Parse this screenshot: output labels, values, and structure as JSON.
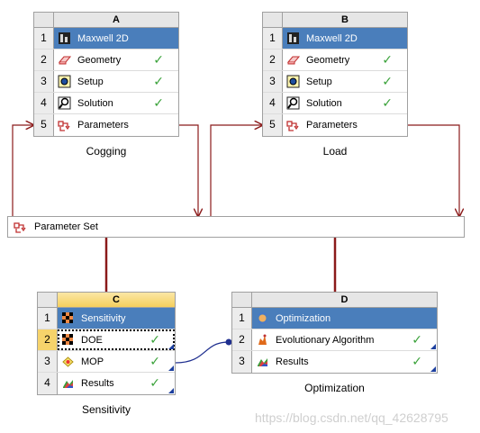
{
  "systems": {
    "A": {
      "letter": "A",
      "caption": "Cogging",
      "rows": [
        {
          "num": "1",
          "label": "Maxwell 2D",
          "icon": "maxwell-icon"
        },
        {
          "num": "2",
          "label": "Geometry",
          "icon": "geometry-icon",
          "status": "✓"
        },
        {
          "num": "3",
          "label": "Setup",
          "icon": "setup-icon",
          "status": "✓"
        },
        {
          "num": "4",
          "label": "Solution",
          "icon": "solution-icon",
          "status": "✓"
        },
        {
          "num": "5",
          "label": "Parameters",
          "icon": "parameters-icon"
        }
      ]
    },
    "B": {
      "letter": "B",
      "caption": "Load",
      "rows": [
        {
          "num": "1",
          "label": "Maxwell 2D",
          "icon": "maxwell-icon"
        },
        {
          "num": "2",
          "label": "Geometry",
          "icon": "geometry-icon",
          "status": "✓"
        },
        {
          "num": "3",
          "label": "Setup",
          "icon": "setup-icon",
          "status": "✓"
        },
        {
          "num": "4",
          "label": "Solution",
          "icon": "solution-icon",
          "status": "✓"
        },
        {
          "num": "5",
          "label": "Parameters",
          "icon": "parameters-icon"
        }
      ]
    },
    "C": {
      "letter": "C",
      "caption": "Sensitivity",
      "rows": [
        {
          "num": "1",
          "label": "Sensitivity",
          "icon": "sensitivity-icon"
        },
        {
          "num": "2",
          "label": "DOE",
          "icon": "doe-icon",
          "status": "✓"
        },
        {
          "num": "3",
          "label": "MOP",
          "icon": "mop-icon",
          "status": "✓"
        },
        {
          "num": "4",
          "label": "Results",
          "icon": "results-icon",
          "status": "✓"
        }
      ]
    },
    "D": {
      "letter": "D",
      "caption": "Optimization",
      "rows": [
        {
          "num": "1",
          "label": "Optimization",
          "icon": "optimization-icon"
        },
        {
          "num": "2",
          "label": "Evolutionary Algorithm",
          "icon": "evolutionary-algorithm-icon",
          "status": "✓"
        },
        {
          "num": "3",
          "label": "Results",
          "icon": "results-icon",
          "status": "✓"
        }
      ]
    }
  },
  "parameter_set": {
    "label": "Parameter Set",
    "icon": "parameters-icon"
  },
  "watermark": "https://blog.csdn.net/qq_42628795",
  "colors": {
    "selected_row": "#4a7ebb",
    "link_red": "#8b1a1a",
    "link_blue": "#1f2f8f",
    "check_green": "#3aa23a",
    "active_header": "#f5cf5d"
  }
}
